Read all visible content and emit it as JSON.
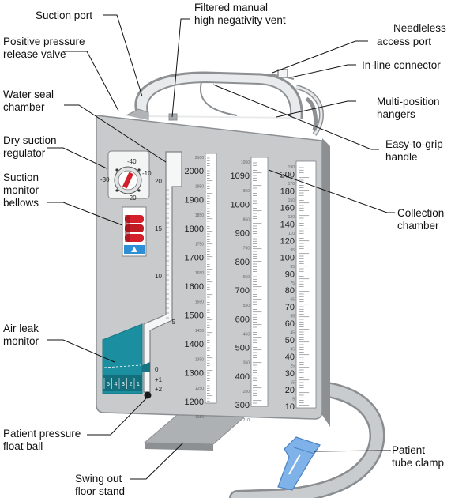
{
  "labels": {
    "suction_port": "Suction port",
    "filtered_vent_1": "Filtered manual",
    "filtered_vent_2": "high negativity vent",
    "needleless_1": "Needleless",
    "needleless_2": "access port",
    "positive_1": "Positive pressure",
    "positive_2": "release valve",
    "inline_connector": "In-line connector",
    "water_seal_1": "Water seal",
    "water_seal_2": "chamber",
    "multi_1": "Multi-position",
    "multi_2": "hangers",
    "dry_suction_1": "Dry suction",
    "dry_suction_2": "regulator",
    "grip_1": "Easy-to-grip",
    "grip_2": "handle",
    "bellows_1": "Suction",
    "bellows_2": "monitor",
    "bellows_3": "bellows",
    "collection_1": "Collection",
    "collection_2": "chamber",
    "airleak_1": "Air leak",
    "airleak_2": "monitor",
    "float_1": "Patient pressure",
    "float_2": "float ball",
    "clamp_1": "Patient",
    "clamp_2": "tube clamp",
    "stand_1": "Swing out",
    "stand_2": "floor stand"
  },
  "dial": {
    "values": [
      "-40",
      "-10",
      "-30",
      "-20"
    ]
  },
  "water_seal_scale": [
    "20",
    "15",
    "10",
    "5"
  ],
  "air_leak": {
    "cells": [
      "5",
      "4",
      "3",
      "2",
      "1"
    ],
    "scale": [
      "0",
      "+1",
      "+2"
    ]
  },
  "column1": {
    "majors": [
      "2000",
      "1900",
      "1800",
      "1700",
      "1600",
      "1500",
      "1400",
      "1300",
      "1200"
    ],
    "minors": [
      "2100",
      "1950",
      "1850",
      "1750",
      "1650",
      "1550",
      "1450",
      "1350",
      "1250",
      "1150"
    ]
  },
  "column2": {
    "majors": [
      "1090",
      "1000",
      "900",
      "800",
      "700",
      "600",
      "500",
      "400",
      "300"
    ],
    "minors": [
      "1050",
      "950",
      "850",
      "750",
      "650",
      "550",
      "450",
      "350",
      "250",
      "210"
    ]
  },
  "column3": {
    "majors": [
      "200",
      "180",
      "160",
      "140",
      "120",
      "100",
      "90",
      "80",
      "70",
      "60",
      "50",
      "40",
      "30",
      "20",
      "10"
    ],
    "minors": [
      "190",
      "170",
      "150",
      "130",
      "110",
      "95",
      "85",
      "75",
      "65",
      "55",
      "45",
      "35",
      "25",
      "15",
      "5"
    ]
  },
  "colors": {
    "body": "#c8cacc",
    "body_edge": "#8d9093",
    "teal": "#1b8fa0",
    "bellows_red": "#d4202a",
    "bellows_blue": "#2f8fd6",
    "clamp_blue": "#7fb2e8",
    "tube_gray": "#b9bcbf"
  },
  "icons": [
    "dial-knob-icon",
    "bellows-icon",
    "float-ball-icon",
    "arrow-up-icon"
  ]
}
